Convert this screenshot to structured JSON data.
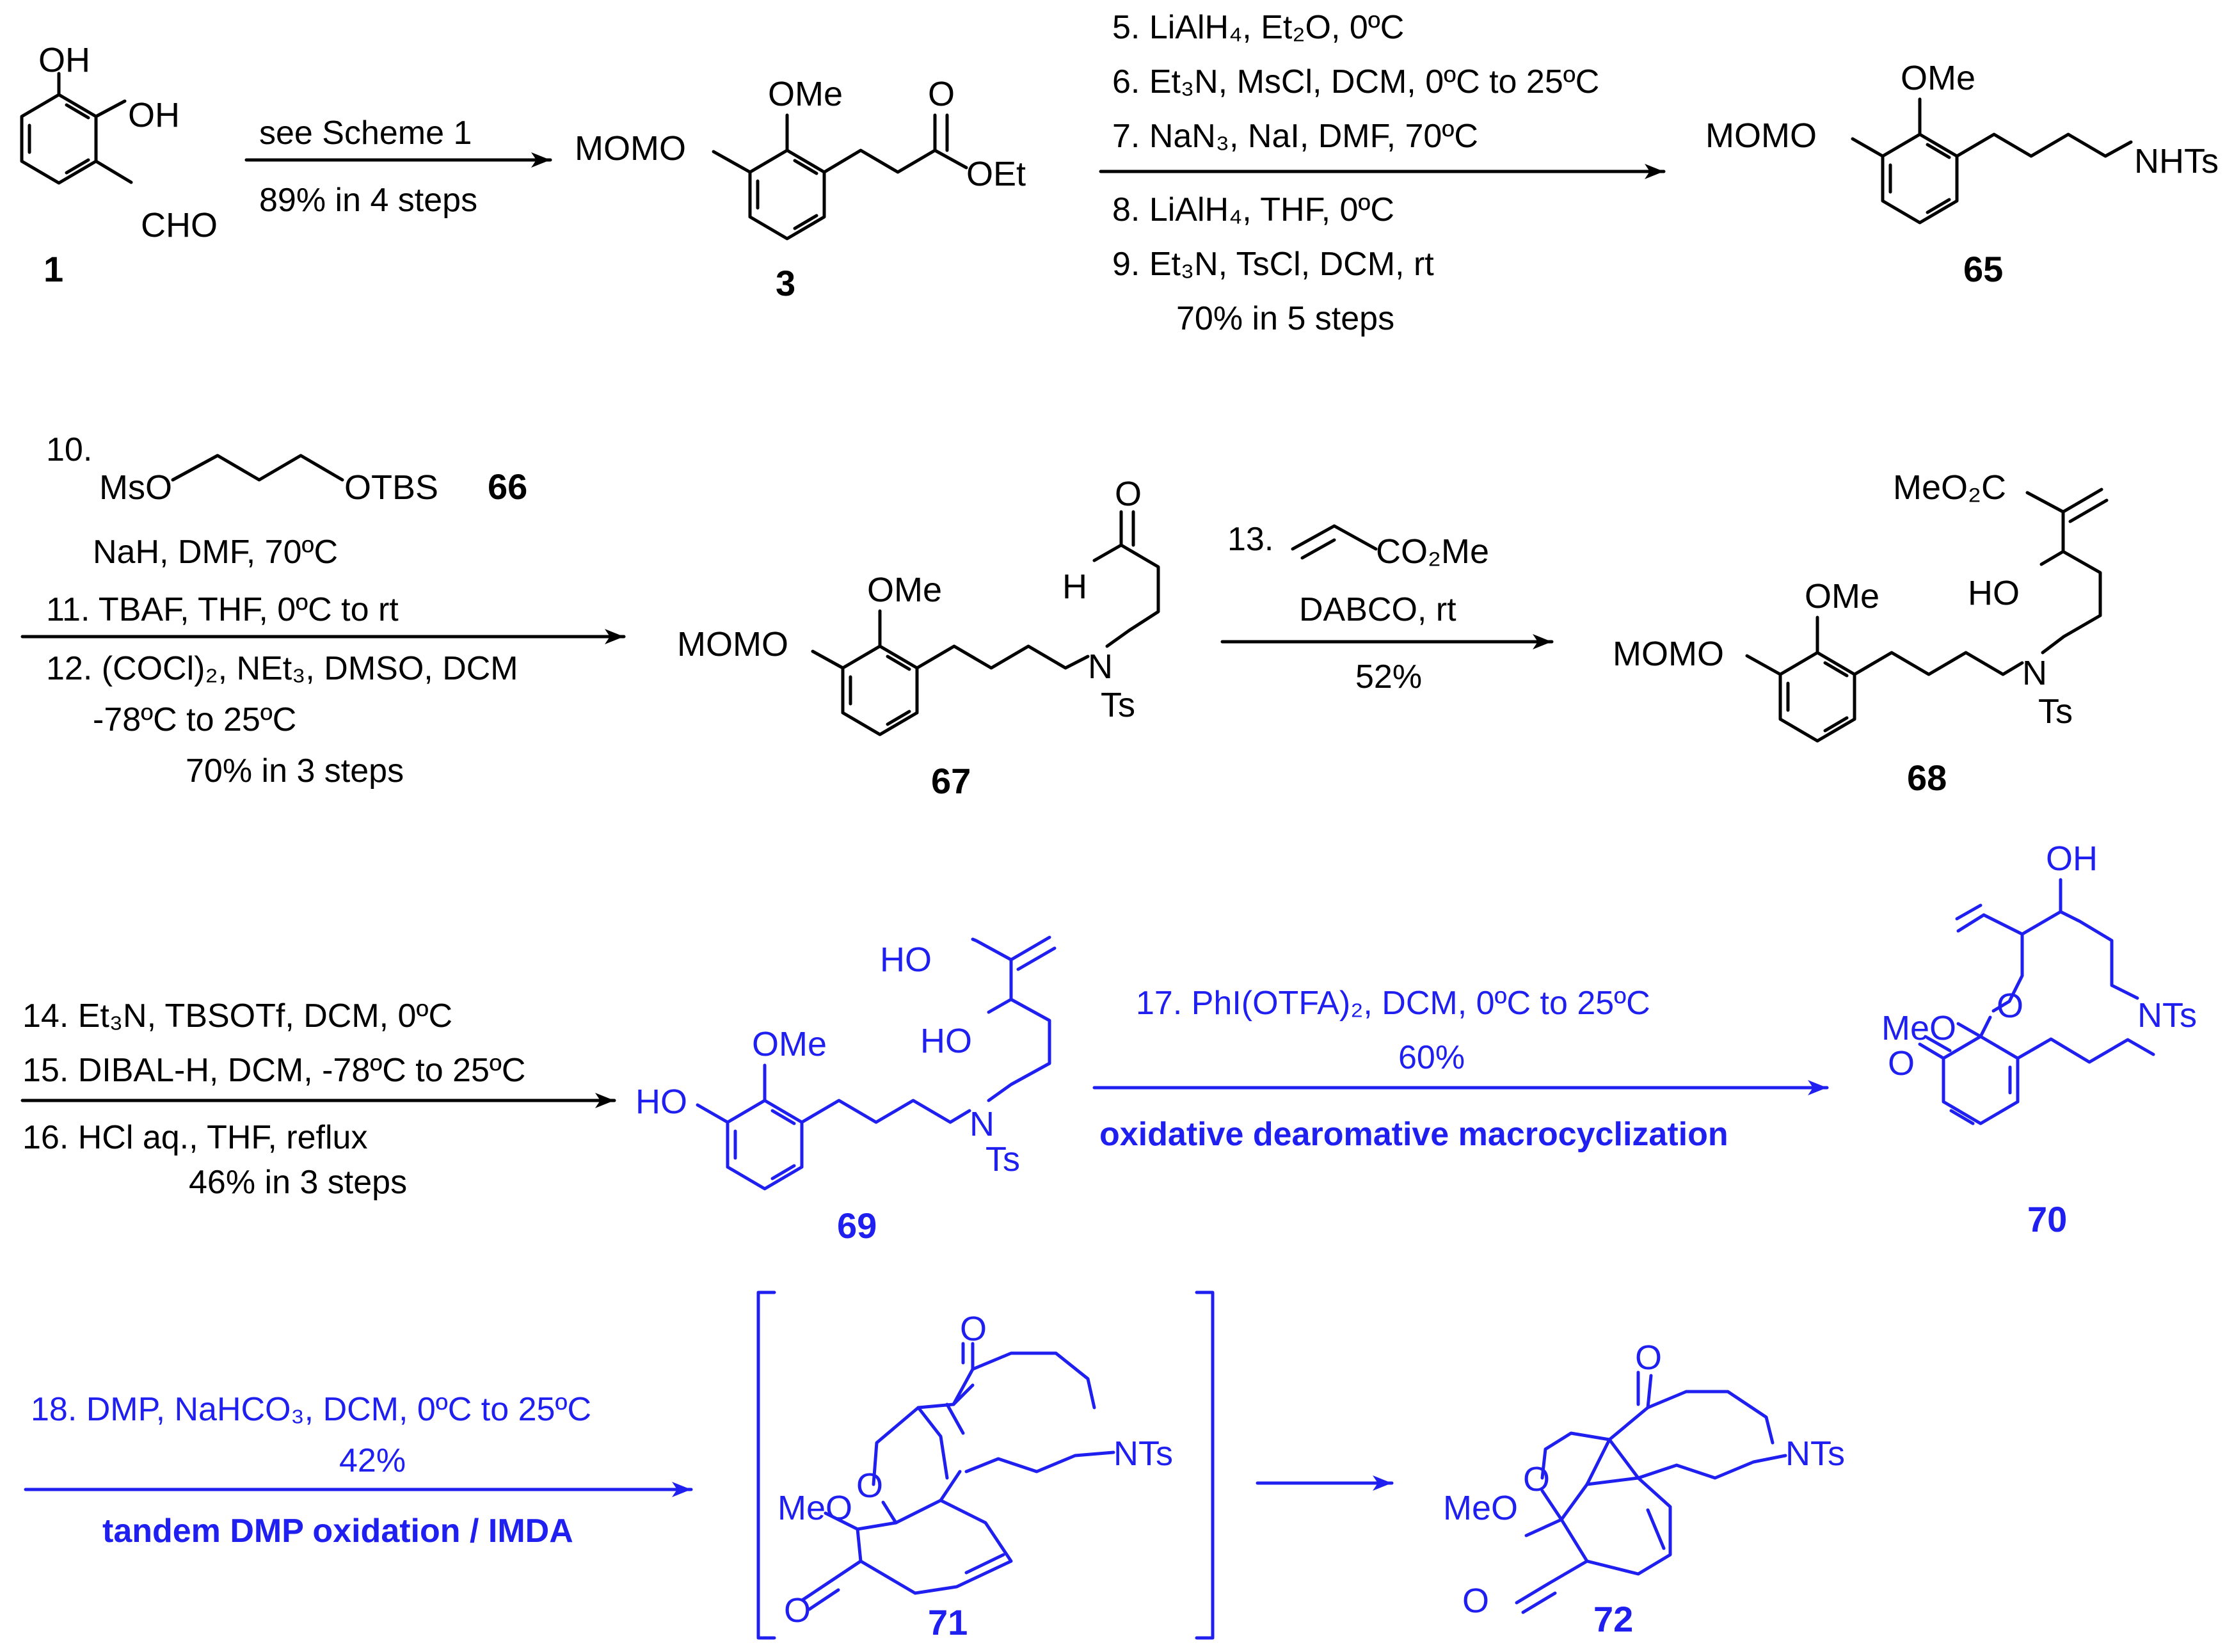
{
  "colors": {
    "black": "#000000",
    "blue": "#1f1ff0"
  },
  "compounds": {
    "c1": {
      "number": "1",
      "oh_top": "OH",
      "oh_side": "OH",
      "cho": "CHO"
    },
    "c3": {
      "number": "3",
      "ome": "OMe",
      "momo": "MOMO",
      "carbonyl_o": "O",
      "oet": "OEt"
    },
    "c65": {
      "number": "65",
      "ome": "OMe",
      "momo": "MOMO",
      "nhts": "NHTs"
    },
    "c66": {
      "number": "66",
      "ms_o": "MsO",
      "otbs": "OTBS"
    },
    "c67": {
      "number": "67",
      "ome": "OMe",
      "momo": "MOMO",
      "h": "H",
      "o": "O",
      "n": "N",
      "ts": "Ts"
    },
    "c68": {
      "number": "68",
      "ome": "OMe",
      "momo": "MOMO",
      "ester": "MeO₂C",
      "ho": "HO",
      "n": "N",
      "ts": "Ts"
    },
    "c69": {
      "number": "69",
      "ome": "OMe",
      "ho_ar": "HO",
      "ho_top": "HO",
      "ho_mid": "HO",
      "n": "N",
      "ts": "Ts"
    },
    "c70": {
      "number": "70",
      "oh": "OH",
      "o_ring": "O",
      "meo": "MeO",
      "o_keto": "O",
      "nts": "NTs"
    },
    "c71": {
      "number": "71",
      "o_top": "O",
      "o_ring": "O",
      "meo": "MeO",
      "o_keto": "O",
      "nts": "NTs"
    },
    "c72": {
      "number": "72",
      "o_top": "O",
      "o_ring": "O",
      "meo": "MeO",
      "o_keto": "O",
      "nts": "NTs"
    }
  },
  "steps": {
    "s1": {
      "top": "see Scheme 1",
      "bottom": "89% in 4 steps"
    },
    "s2": {
      "line5": "5. LiAlH₄, Et₂O, 0ºC",
      "line6": "6. Et₃N, MsCl, DCM, 0ºC to 25ºC",
      "line7": "7. NaN₃, NaI,  DMF, 70ºC",
      "line8": "8. LiAlH₄, THF, 0ºC",
      "line9": "9. Et₃N, TsCl, DCM, rt",
      "yield": "70% in 5 steps"
    },
    "s3": {
      "line10": "10.",
      "line10b": "NaH, DMF, 70ºC",
      "line11": "11. TBAF, THF, 0ºC to rt",
      "line12": "12. (COCl)₂, NEt₃, DMSO, DCM",
      "line12b": "-78ºC to 25ºC",
      "yield": "70% in 3 steps"
    },
    "s4": {
      "label": "13.",
      "reagent": "CO₂Me",
      "cond": "DABCO, rt",
      "yield": "52%"
    },
    "s5": {
      "line14": "14. Et₃N, TBSOTf, DCM, 0ºC",
      "line15": "15. DIBAL-H, DCM, -78ºC to 25ºC",
      "line16": "16. HCl aq., THF, reflux",
      "yield": "46% in 3 steps"
    },
    "s6": {
      "cond": "17. PhI(OTFA)₂, DCM, 0ºC to 25ºC",
      "yield": "60%",
      "name": "oxidative dearomative macrocyclization"
    },
    "s7": {
      "cond": "18. DMP, NaHCO₃, DCM, 0ºC to 25ºC",
      "yield": "42%",
      "name": "tandem DMP oxidation / IMDA"
    }
  }
}
